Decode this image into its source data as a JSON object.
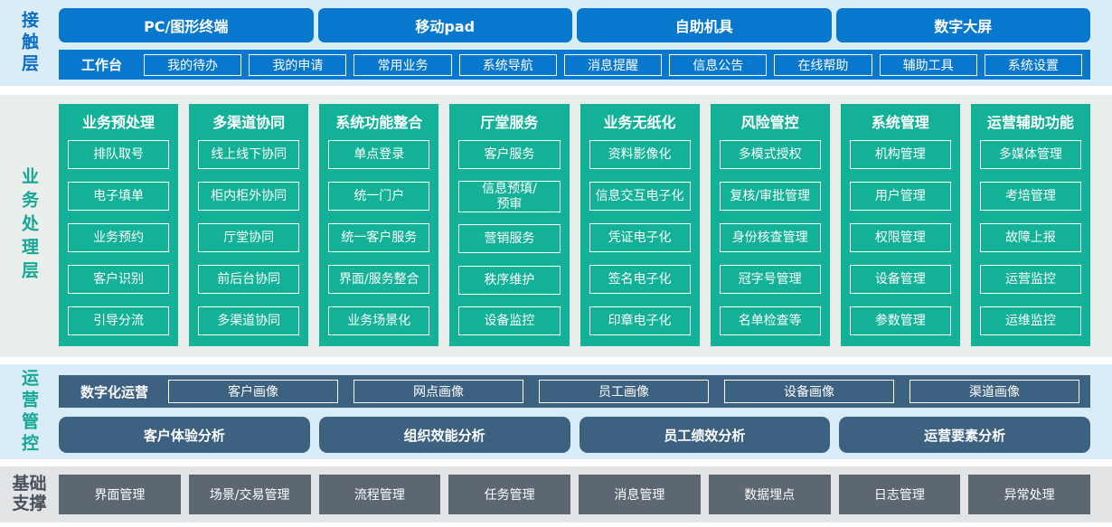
{
  "colors": {
    "blue": "#0878cf",
    "blue_label": "#0b6ec6",
    "teal": "#13b298",
    "teal_label": "#16a794",
    "slate": "#3d6181",
    "gray_box": "#5d6772",
    "gray_label": "#49525c",
    "band_blue": "#d9edf8",
    "band_green": "#e9efea",
    "band_gray": "#e2e4e6"
  },
  "contact_layer": {
    "label": "接触层",
    "channels": [
      "PC/图形终端",
      "移动pad",
      "自助机具",
      "数字大屏"
    ],
    "workbench": {
      "label": "工作台",
      "items": [
        "我的待办",
        "我的申请",
        "常用业务",
        "系统导航",
        "消息提醒",
        "信息公告",
        "在线帮助",
        "辅助工具",
        "系统设置"
      ]
    }
  },
  "business_layer": {
    "label": "业务处理层",
    "columns": [
      {
        "title": "业务预处理",
        "items": [
          "排队取号",
          "电子填单",
          "业务预约",
          "客户识别",
          "引导分流"
        ]
      },
      {
        "title": "多渠道协同",
        "items": [
          "线上线下协同",
          "柜内柜外协同",
          "厅堂协同",
          "前后台协同",
          "多渠道协同"
        ]
      },
      {
        "title": "系统功能整合",
        "items": [
          "单点登录",
          "统一门户",
          "统一客户服务",
          "界面/服务整合",
          "业务场景化"
        ]
      },
      {
        "title": "厅堂服务",
        "items": [
          "客户服务",
          "信息预填/\n预审",
          "营销服务",
          "秩序维护",
          "设备监控"
        ]
      },
      {
        "title": "业务无纸化",
        "items": [
          "资料影像化",
          "信息交互电子化",
          "凭证电子化",
          "签名电子化",
          "印章电子化"
        ]
      },
      {
        "title": "风险管控",
        "items": [
          "多模式授权",
          "复核/审批管理",
          "身份核查管理",
          "冠字号管理",
          "名单检查等"
        ]
      },
      {
        "title": "系统管理",
        "items": [
          "机构管理",
          "用户管理",
          "权限管理",
          "设备管理",
          "参数管理"
        ]
      },
      {
        "title": "运营辅助功能",
        "items": [
          "多媒体管理",
          "考培管理",
          "故障上报",
          "运营监控",
          "运维监控"
        ]
      }
    ]
  },
  "ops_layer": {
    "label": "运营管控",
    "digital_ops": {
      "label": "数字化运营",
      "items": [
        "客户画像",
        "网点画像",
        "员工画像",
        "设备画像",
        "渠道画像"
      ]
    },
    "analysis": [
      "客户体验分析",
      "组织效能分析",
      "员工绩效分析",
      "运营要素分析"
    ]
  },
  "foundation_layer": {
    "label": "基础\n支撑",
    "items": [
      "界面管理",
      "场景/交易管理",
      "流程管理",
      "任务管理",
      "消息管理",
      "数据埋点",
      "日志管理",
      "异常处理"
    ]
  }
}
